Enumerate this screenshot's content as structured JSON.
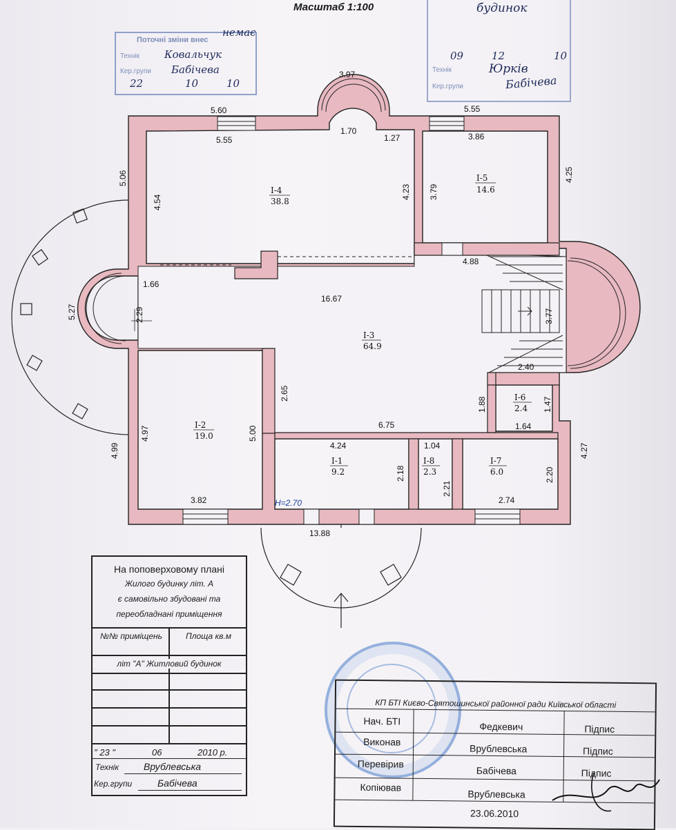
{
  "header": {
    "scale": "Масштаб 1:100",
    "top_stamp_word": "будинок"
  },
  "left_stamp": {
    "title": "Поточні зміни внес",
    "line1_label": "Технік",
    "line1_value": "Ковальчук",
    "line2_label": "Кер.групи",
    "line2_value": "Бабічева",
    "date_d": "22",
    "date_m": "10",
    "date_y": "10",
    "note": "немає"
  },
  "right_stamp": {
    "line1_label": "Технік",
    "line2_label": "Кер.групи",
    "date_d": "09",
    "date_m": "12",
    "date_y": "10",
    "name1": "Юрків",
    "name2": "Бабічева"
  },
  "plan": {
    "dims": {
      "d397": "3.97",
      "d560": "5.60",
      "d555a": "5.55",
      "d555b": "5.55",
      "d170": "1.70",
      "d127": "1.27",
      "d386": "3.86",
      "d506": "5.06",
      "d454": "4.54",
      "d423": "4.23",
      "d379": "3.79",
      "d425": "4.25",
      "d488": "4.88",
      "d166": "1.66",
      "d229": "2.29",
      "d527": "5.27",
      "d1667": "16.67",
      "d377": "3.77",
      "d240": "2.40",
      "d265": "2.65",
      "d188": "1.88",
      "d147": "1.47",
      "d164": "1.64",
      "d675": "6.75",
      "d497": "4.97",
      "d500": "5.00",
      "d499": "4.99",
      "d424": "4.24",
      "d104": "1.04",
      "d218": "2.18",
      "d221": "2.21",
      "d220": "2.20",
      "d427": "4.27",
      "d382": "3.82",
      "d274": "2.74",
      "d1388": "13.88",
      "height": "H=2.70"
    },
    "rooms": [
      {
        "num": "I-4",
        "area": "38.8"
      },
      {
        "num": "I-5",
        "area": "14.6"
      },
      {
        "num": "I-3",
        "area": "64.9"
      },
      {
        "num": "I-2",
        "area": "19.0"
      },
      {
        "num": "I-1",
        "area": "9.2"
      },
      {
        "num": "I-8",
        "area": "2.3"
      },
      {
        "num": "I-6",
        "area": "2.4"
      },
      {
        "num": "I-7",
        "area": "6.0"
      }
    ]
  },
  "info": {
    "l1": "На поповерховому плані",
    "l2": "Жилого будинку літ. А",
    "l3": "є самовільно збудовані та",
    "l4": "переобладнані приміщення",
    "col1": "№№ приміщень",
    "col2": "Площа кв.м",
    "row_title": "літ \"А\" Житловий будинок",
    "date_d": "\" 23 \"",
    "date_m": "06",
    "date_y": "2010 р.",
    "tech_label": "Технік",
    "tech_name": "Врублевська",
    "head_label": "Кер.групи",
    "head_name": "Бабічева"
  },
  "bti": {
    "title": "КП БТІ Києво-Святошинської районної ради Київської області",
    "rows": [
      {
        "role": "Нач. БТІ",
        "name": "Федкевич",
        "sign": "Підпис"
      },
      {
        "role": "Виконав",
        "name": "Врублевська",
        "sign": "Підпис"
      },
      {
        "role": "Перевірив",
        "name": "Бабічева",
        "sign": "Підпис"
      },
      {
        "role": "Копіював",
        "name": "Врублевська",
        "sign": ""
      }
    ],
    "date": "23.06.2010"
  },
  "colors": {
    "wall": "#e8b9c0",
    "line": "#222222",
    "stamp": "#7d8db9"
  }
}
